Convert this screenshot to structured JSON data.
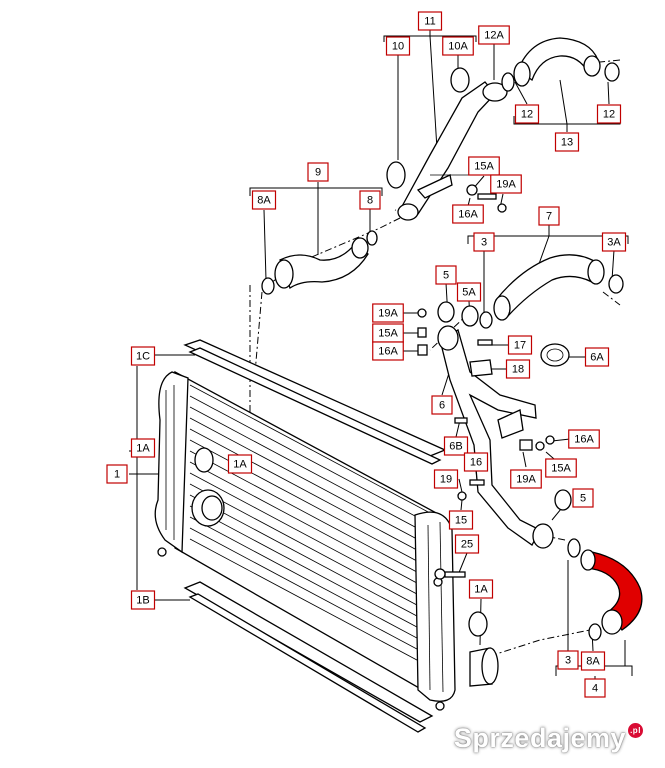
{
  "labels": [
    "11",
    "10",
    "10A",
    "12A",
    "12",
    "12",
    "13",
    "15A",
    "19A",
    "16A",
    "9",
    "8A",
    "8",
    "7",
    "3",
    "3A",
    "5",
    "5A",
    "19A",
    "15A",
    "16A",
    "17",
    "18",
    "6A",
    "6",
    "1C",
    "6B",
    "16",
    "16A",
    "1A",
    "1A",
    "1",
    "19",
    "15A",
    "19A",
    "5",
    "15",
    "25",
    "1B",
    "1A",
    "3",
    "8A",
    "4"
  ],
  "highlight_color": "#e00000",
  "label_border_color": "#c00000",
  "watermark": {
    "text": "Sprzedajemy",
    "badge": ".pl"
  }
}
